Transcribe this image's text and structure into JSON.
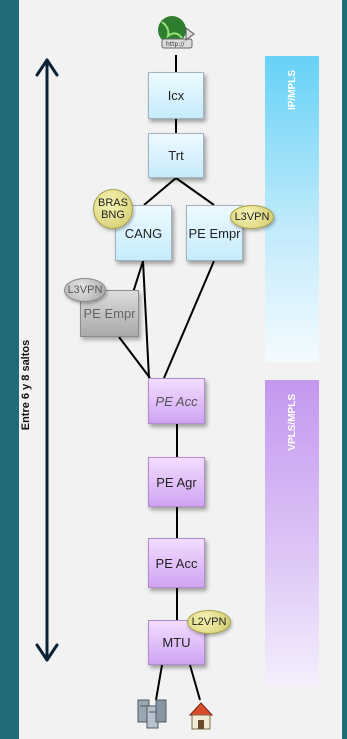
{
  "nodes": {
    "icx": "Icx",
    "trt": "Trt",
    "cang": "CANG",
    "pe_empr": "PE Empr",
    "pe_empr_gray": "PE Empr",
    "pe_acc_top": "PE Acc",
    "pe_agr": "PE Agr",
    "pe_acc_bottom": "PE Acc",
    "mtu": "MTU"
  },
  "badges": {
    "bras_line1": "BRAS",
    "bras_line2": "BNG",
    "l3vpn": "L3VPN",
    "l3vpn_gray": "L3VPN",
    "l2vpn": "L2VPN"
  },
  "bands": {
    "ip_mpls": "IP/MPLS",
    "vpls_mpls": "VPLS/MPLS"
  },
  "hops_label": "Entre 6 y 8 saltos",
  "icons": {
    "top": "internet-globe-icon",
    "bottom_left": "servers-icon",
    "bottom_right": "home-icon"
  },
  "colors": {
    "background": "#1f6b78",
    "ip_band": "#66d2f7",
    "vpls_band": "#c398ef",
    "badge": "#e6e18a"
  }
}
